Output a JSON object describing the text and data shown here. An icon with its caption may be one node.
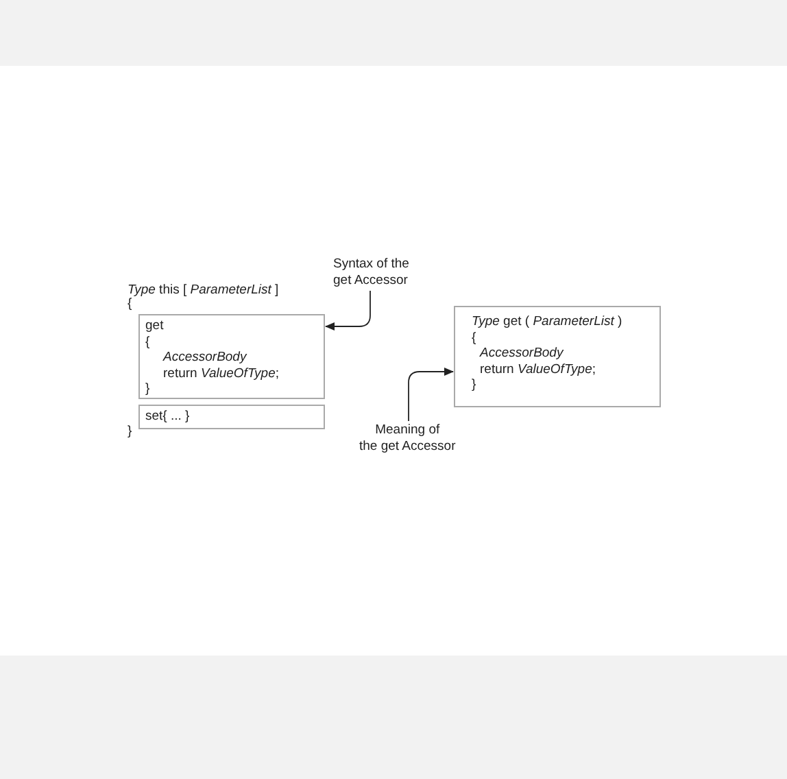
{
  "diagram": {
    "nodes": [
      {
        "text": [
          "get",
          "{",
          "AccessorBody",
          "return *ValueOfType*;",
          "}"
        ]
      },
      {
        "text": [
          "set{ ... }"
        ]
      },
      {
        "text": [
          "*Type* get ( *ParameterList* )",
          "{",
          "AccessorBody",
          "return *ValueOfType*;",
          "}"
        ]
      },
      {
        "text": [
          "Syntax of the get Accessor"
        ]
      },
      {
        "text": [
          "Meaning of the get Accessor"
        ]
      }
    ],
    "edges": [
      {
        "from": 3,
        "to": 0,
        "arrow": "to"
      },
      {
        "from": 4,
        "to": 2,
        "arrow": "to"
      }
    ],
    "labels": [
      "*Type* this [ *ParameterList* ]",
      "{",
      "}"
    ]
  }
}
